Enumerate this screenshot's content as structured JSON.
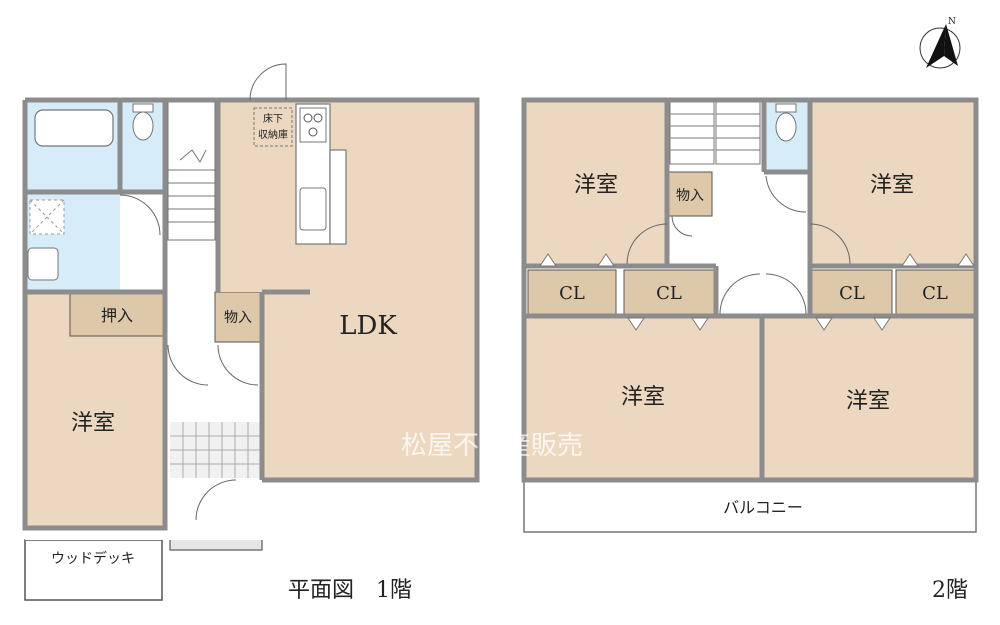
{
  "colors": {
    "room": "#ecd8c0",
    "wet": "#d6ecf8",
    "closet": "#ddc8aa",
    "wall": "#8c8c8c",
    "tile": "#e6e6e6",
    "line": "#444444"
  },
  "floor1": {
    "caption": "平面図　1階",
    "rooms": {
      "ldk": "LDK",
      "western": "洋室",
      "oshiire": "押入",
      "storage": "物入",
      "underfloor_line1": "床下",
      "underfloor_line2": "収納庫",
      "deck": "ウッドデッキ"
    }
  },
  "floor2": {
    "caption": "2階",
    "rooms": {
      "western_tl": "洋室",
      "western_tr": "洋室",
      "western_bl": "洋室",
      "western_br": "洋室",
      "storage": "物入",
      "cl1": "CL",
      "cl2": "CL",
      "cl3": "CL",
      "cl4": "CL",
      "balcony": "バルコニー"
    }
  },
  "watermark": "松屋不動産販売",
  "icons": {
    "north": "north-arrow-icon",
    "compass_letter": "N"
  }
}
